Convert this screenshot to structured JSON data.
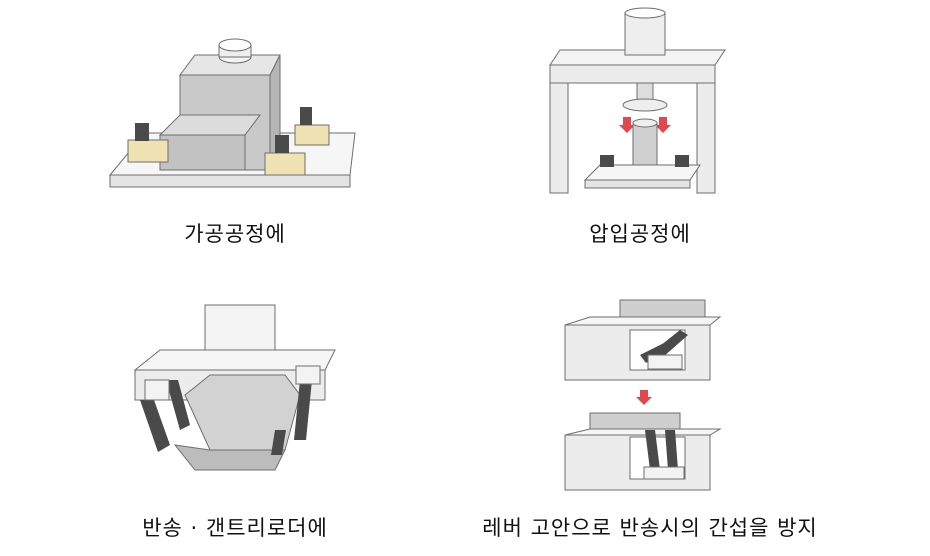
{
  "panels": [
    {
      "caption": "가공공정에"
    },
    {
      "caption": "압입공정에"
    },
    {
      "caption": "반송 · 갠트리로더에"
    },
    {
      "caption": "레버 고안으로 반송시의 간섭을 방지"
    }
  ],
  "colors": {
    "outline": "#6e6e6e",
    "body_grey": "#c9c9c9",
    "light_grey": "#ececec",
    "base_white": "#f6f6f6",
    "clamp_yellow": "#efe2b3",
    "lever_dark": "#4a4a4a",
    "arrow_red": "#e2474f"
  }
}
